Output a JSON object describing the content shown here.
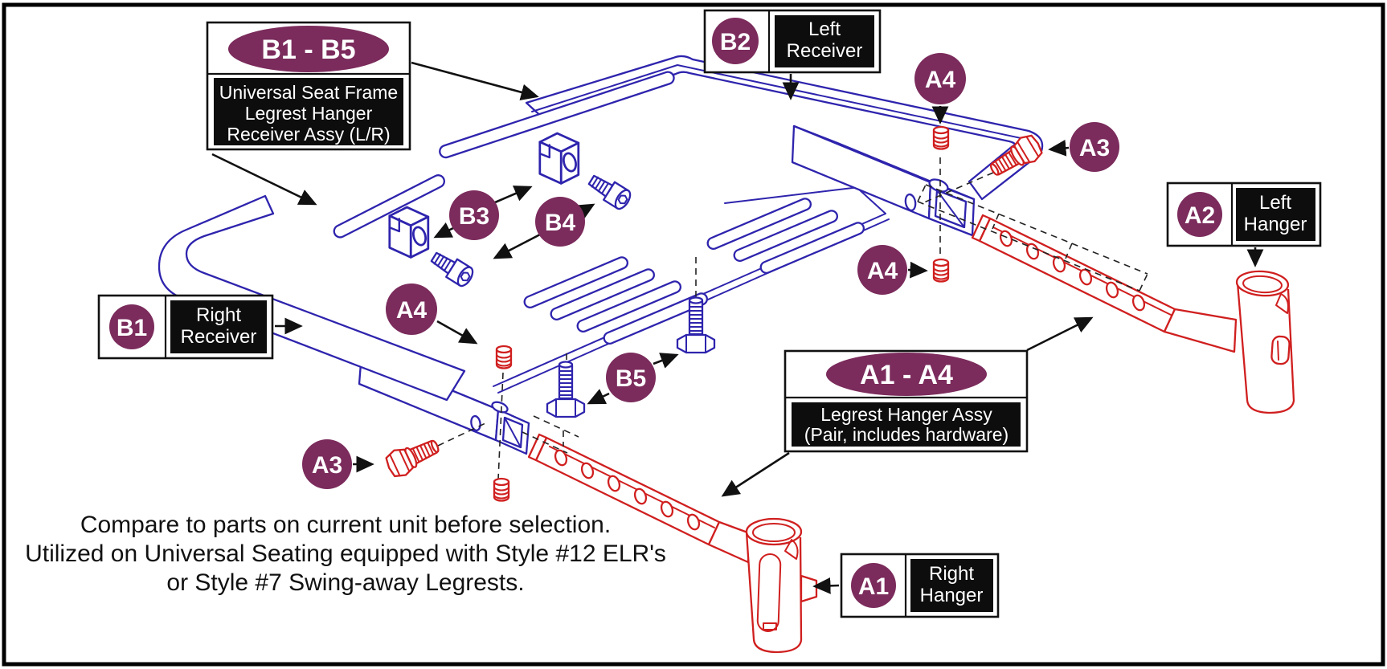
{
  "colors": {
    "badge_purple": "#7B2B5C",
    "diagram_blue": "#2E24AD",
    "diagram_red": "#D01F1F",
    "label_bg": "#0D0D0D",
    "line_black": "#111111"
  },
  "badges": {
    "b3": "B3",
    "b4": "B4",
    "b5": "B5",
    "a3": "A3",
    "a4": "A4"
  },
  "labels": {
    "b1_b5": {
      "range": "B1 - B5",
      "lines": [
        "Universal Seat Frame",
        "Legrest Hanger",
        "Receiver Assy (L/R)"
      ]
    },
    "a1_a4": {
      "range": "A1 - A4",
      "lines": [
        "Legrest Hanger Assy",
        "(Pair, includes hardware)"
      ]
    },
    "b1": {
      "id": "B1",
      "lines": [
        "Right",
        "Receiver"
      ]
    },
    "b2": {
      "id": "B2",
      "lines": [
        "Left",
        "Receiver"
      ]
    },
    "a1": {
      "id": "A1",
      "lines": [
        "Right",
        "Hanger"
      ]
    },
    "a2": {
      "id": "A2",
      "lines": [
        "Left",
        "Hanger"
      ]
    }
  },
  "note_lines": [
    "Compare to parts on current unit before selection.",
    "Utilized on Universal Seating equipped with Style #12 ELR's",
    "or Style #7 Swing-away Legrests."
  ]
}
